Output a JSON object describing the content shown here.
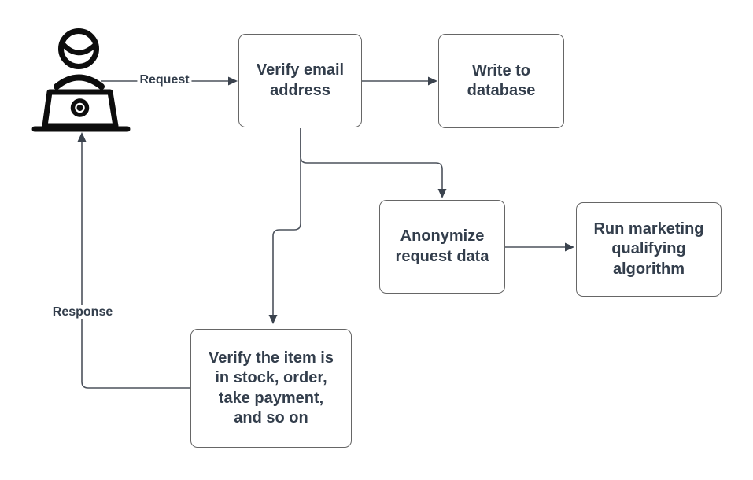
{
  "colors": {
    "background": "#ffffff",
    "edge_stroke": "#4c525c",
    "arrowhead": "#3b434e",
    "node_border": "#666666",
    "node_fill": "#ffffff",
    "text": "#333e4c",
    "actor_icon": "#0d0d0d"
  },
  "actor": {
    "icon": "user-at-laptop"
  },
  "nodes": [
    {
      "id": "verify-email",
      "label": "Verify email address"
    },
    {
      "id": "write-db",
      "label": "Write to database"
    },
    {
      "id": "anonymize",
      "label": "Anonymize request data"
    },
    {
      "id": "run-marketing",
      "label": "Run marketing qualifying algorithm"
    },
    {
      "id": "verify-item",
      "label": "Verify the item is in stock, order, take payment, and so on"
    }
  ],
  "edges": [
    {
      "from": "user",
      "to": "verify-email",
      "label": "Request"
    },
    {
      "from": "verify-email",
      "to": "write-db",
      "label": ""
    },
    {
      "from": "verify-email",
      "to": "anonymize",
      "label": ""
    },
    {
      "from": "verify-email",
      "to": "verify-item",
      "label": ""
    },
    {
      "from": "anonymize",
      "to": "run-marketing",
      "label": ""
    },
    {
      "from": "verify-item",
      "to": "user",
      "label": "Response"
    }
  ]
}
